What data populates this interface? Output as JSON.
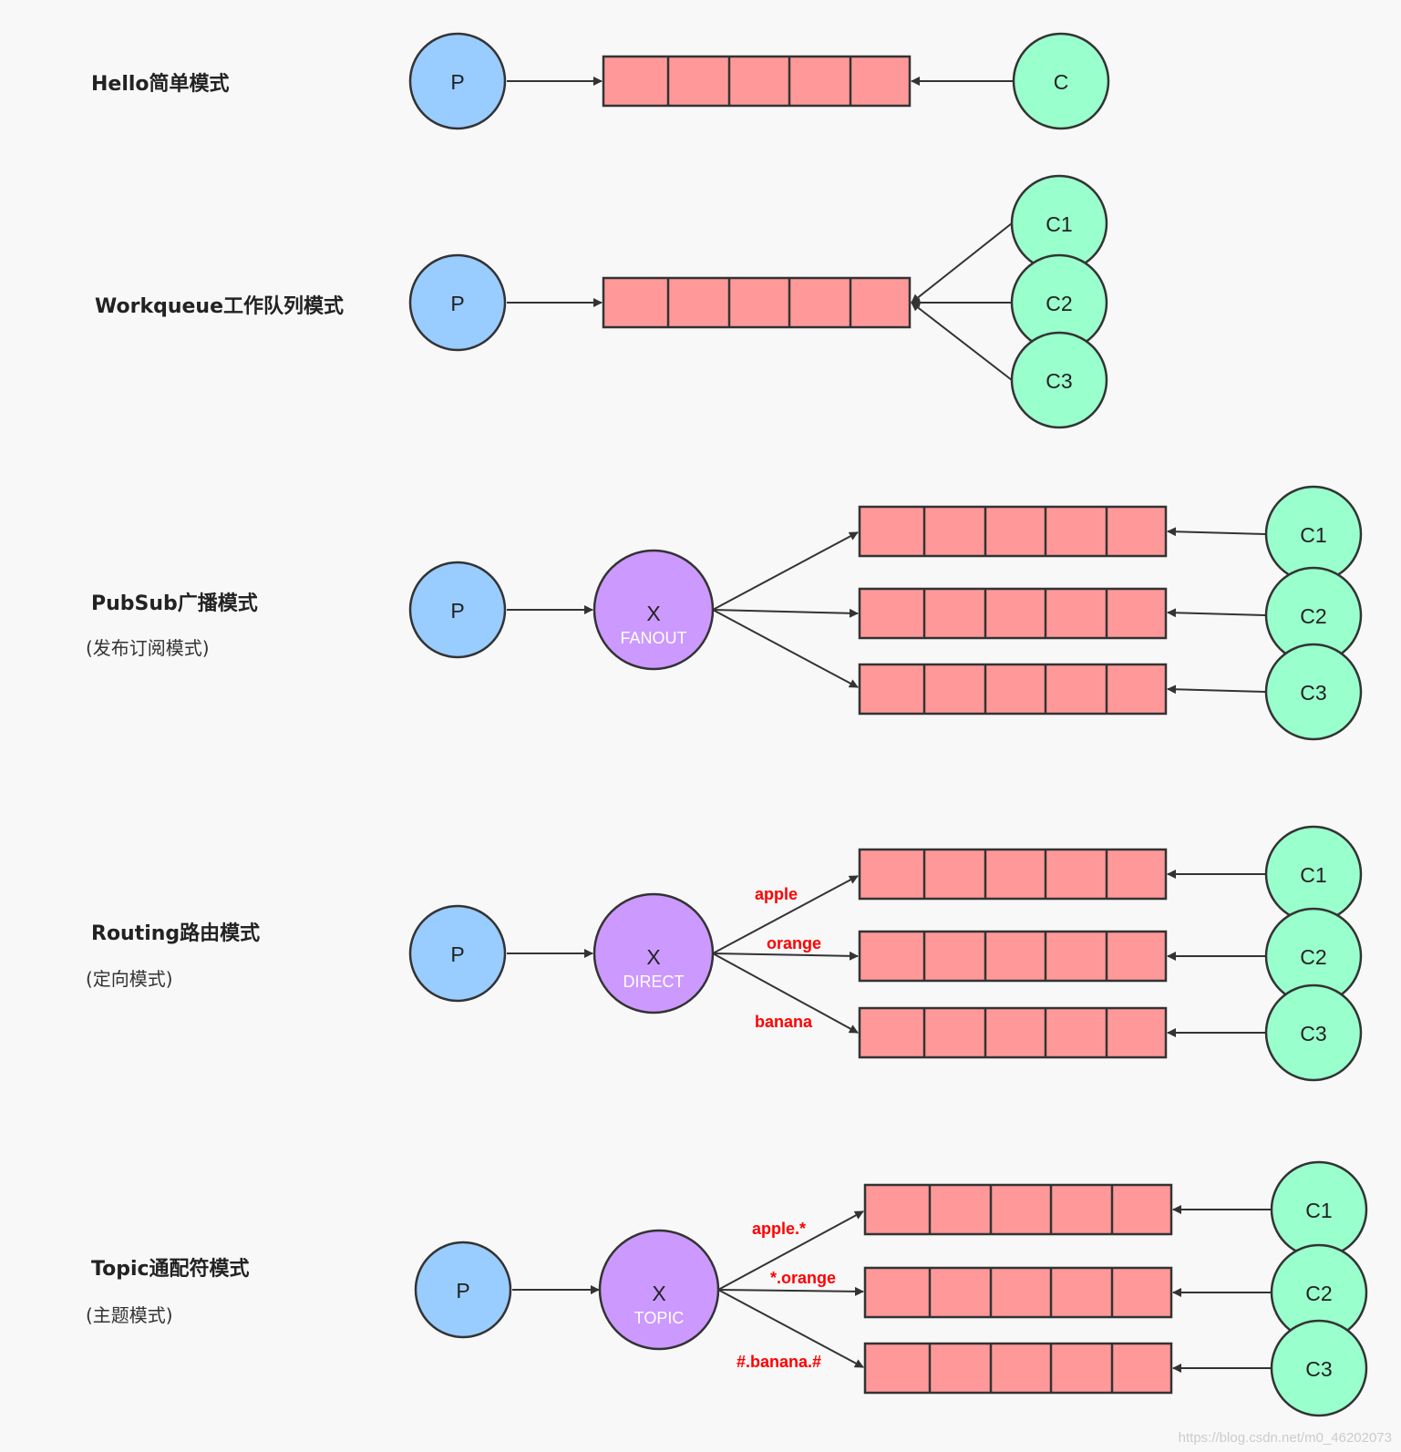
{
  "colors": {
    "producer": "#99ccff",
    "consumer": "#99ffcc",
    "exchange": "#cc99ff",
    "queue_cell": "#ff9999",
    "stroke": "#333333",
    "routing_key": "#ff0000"
  },
  "sections": [
    {
      "title": "Hello简单模式",
      "subtitle": "",
      "producer": "P",
      "consumers": [
        "C"
      ],
      "exchange": null,
      "bindings": []
    },
    {
      "title": "Workqueue工作队列模式",
      "subtitle": "",
      "producer": "P",
      "consumers": [
        "C1",
        "C2",
        "C3"
      ],
      "exchange": null,
      "bindings": []
    },
    {
      "title": "PubSub广播模式",
      "subtitle": "(发布订阅模式)",
      "producer": "P",
      "consumers": [
        "C1",
        "C2",
        "C3"
      ],
      "exchange": {
        "label": "X",
        "type": "FANOUT"
      },
      "bindings": [
        "",
        "",
        ""
      ]
    },
    {
      "title": "Routing路由模式",
      "subtitle": "(定向模式)",
      "producer": "P",
      "consumers": [
        "C1",
        "C2",
        "C3"
      ],
      "exchange": {
        "label": "X",
        "type": "DIRECT"
      },
      "bindings": [
        "apple",
        "orange",
        "banana"
      ]
    },
    {
      "title": "Topic通配符模式",
      "subtitle": "(主题模式)",
      "producer": "P",
      "consumers": [
        "C1",
        "C2",
        "C3"
      ],
      "exchange": {
        "label": "X",
        "type": "TOPIC"
      },
      "bindings": [
        "apple.*",
        "*.orange",
        "#.banana.#"
      ]
    }
  ],
  "watermark": "https://blog.csdn.net/m0_46202073"
}
